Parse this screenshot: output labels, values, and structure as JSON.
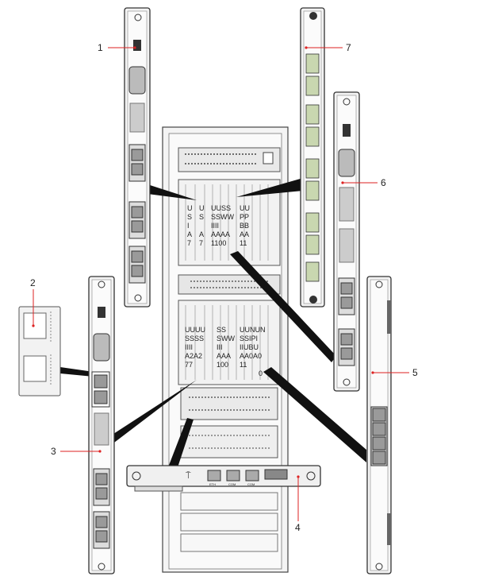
{
  "callouts": [
    "1",
    "2",
    "3",
    "4",
    "5",
    "6",
    "7"
  ],
  "slot_labels": {
    "upper": [
      "U",
      "S",
      "I",
      "A",
      "7",
      "U",
      "S",
      "A",
      "7",
      "UUSS",
      "SSWW",
      "IIII",
      "AAAA",
      "1100",
      "UU",
      "PP",
      "BB",
      "AA",
      "11"
    ],
    "lower": [
      "UUUU",
      "SSSS",
      "IIII",
      "A2A2",
      "77",
      "SS",
      "SWW",
      "III",
      "AAA",
      "100",
      "UUNUN",
      "SSIPI",
      "IIUBU",
      "AA0A0",
      "11",
      "0"
    ]
  },
  "panel_text": {
    "port_labels": [
      "ETH",
      "COM",
      "COM"
    ]
  }
}
